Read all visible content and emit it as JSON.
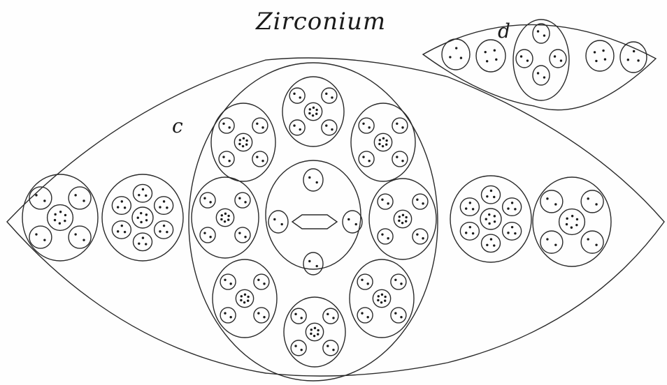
{
  "diagram": {
    "title": "Zirconium",
    "labels": {
      "big_body": "c",
      "small_body": "d"
    }
  }
}
